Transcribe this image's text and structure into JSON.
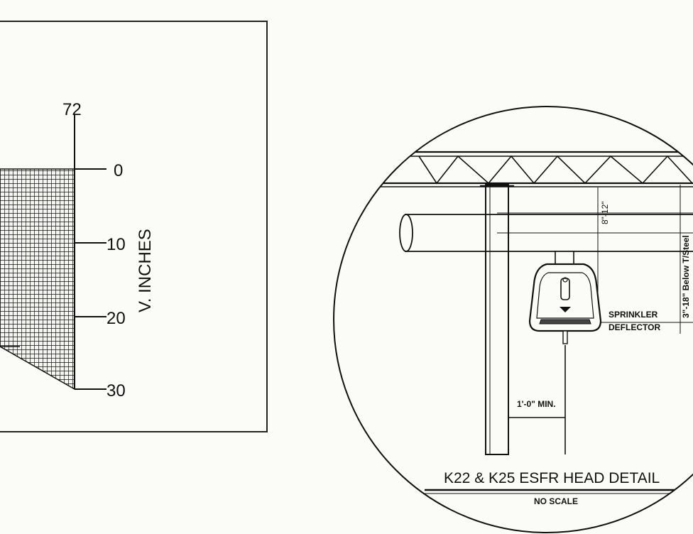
{
  "left_chart": {
    "top_ticks": [
      "0",
      "72"
    ],
    "right_ticks": [
      "0",
      "10",
      "20",
      "30"
    ],
    "axis_title": "V. INCHES"
  },
  "detail": {
    "dim_upper": "8\"-12\"",
    "dim_lower": "3\"-18\" Below T/Steel",
    "sprinkler_label_1": "SPRINKLER",
    "sprinkler_label_2": "DEFLECTOR",
    "min_label": "1'-0\" MIN.",
    "title": "K22 & K25 ESFR HEAD DETAIL",
    "subtitle": "NO SCALE"
  }
}
